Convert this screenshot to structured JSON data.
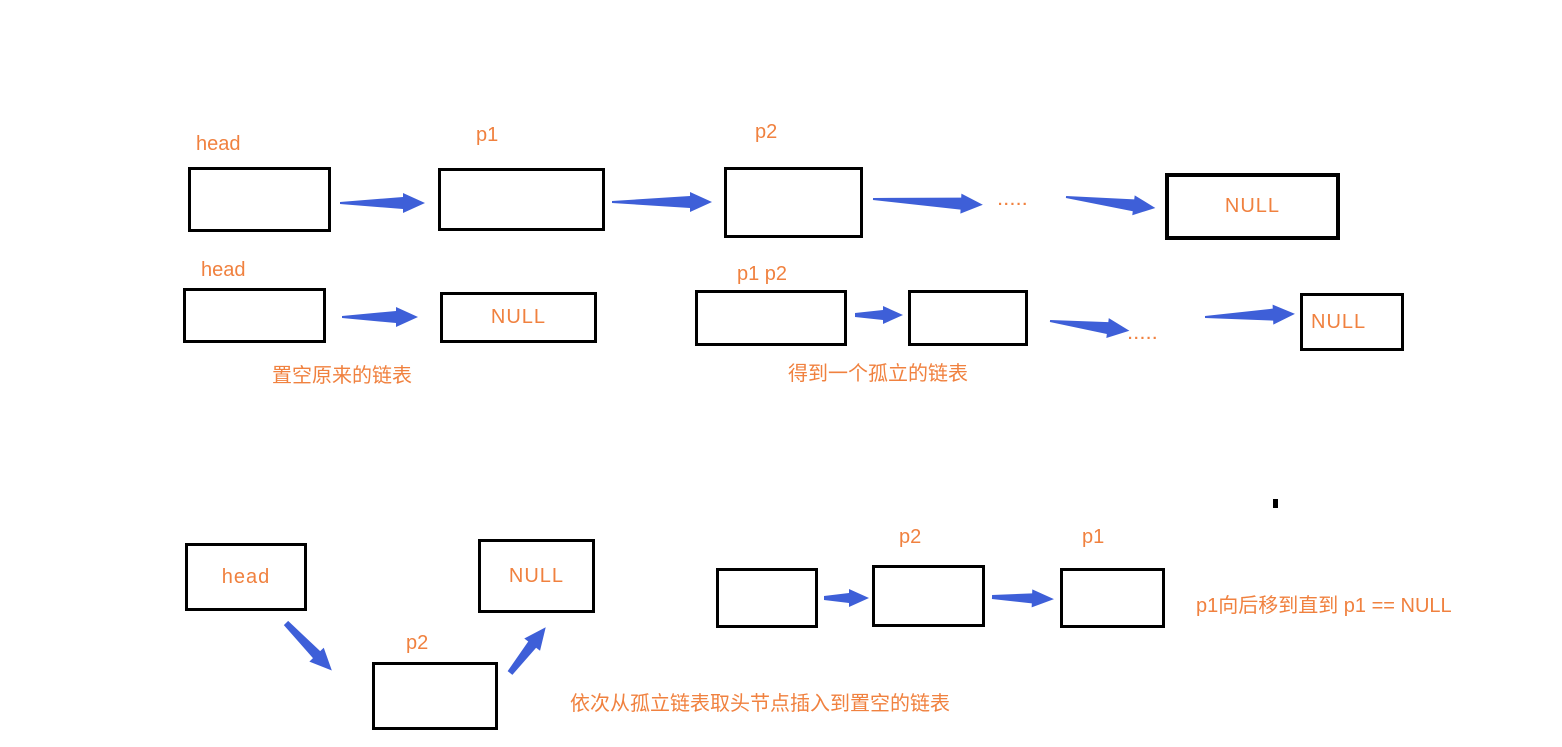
{
  "colors": {
    "accent_orange": "#f0813f",
    "arrow_blue": "#3e5fd8",
    "box_border": "#000000",
    "background": "#ffffff"
  },
  "s1": {
    "head": "head",
    "p1": "p1",
    "p2": "p2",
    "dots": ".....",
    "null": "NULL"
  },
  "s2": {
    "head": "head",
    "null": "NULL",
    "caption": "置空原来的链表"
  },
  "s3": {
    "p1p2": "p1 p2",
    "dots": ".....",
    "null": "NULL",
    "caption": "得到一个孤立的链表"
  },
  "s4": {
    "head": "head",
    "null": "NULL",
    "p2": "p2",
    "caption": "依次从孤立链表取头节点插入到置空的链表"
  },
  "s5": {
    "p2": "p2",
    "p1": "p1",
    "caption": "p1向后移到直到 p1 == NULL"
  },
  "misc": {
    "stray_dot": "."
  }
}
